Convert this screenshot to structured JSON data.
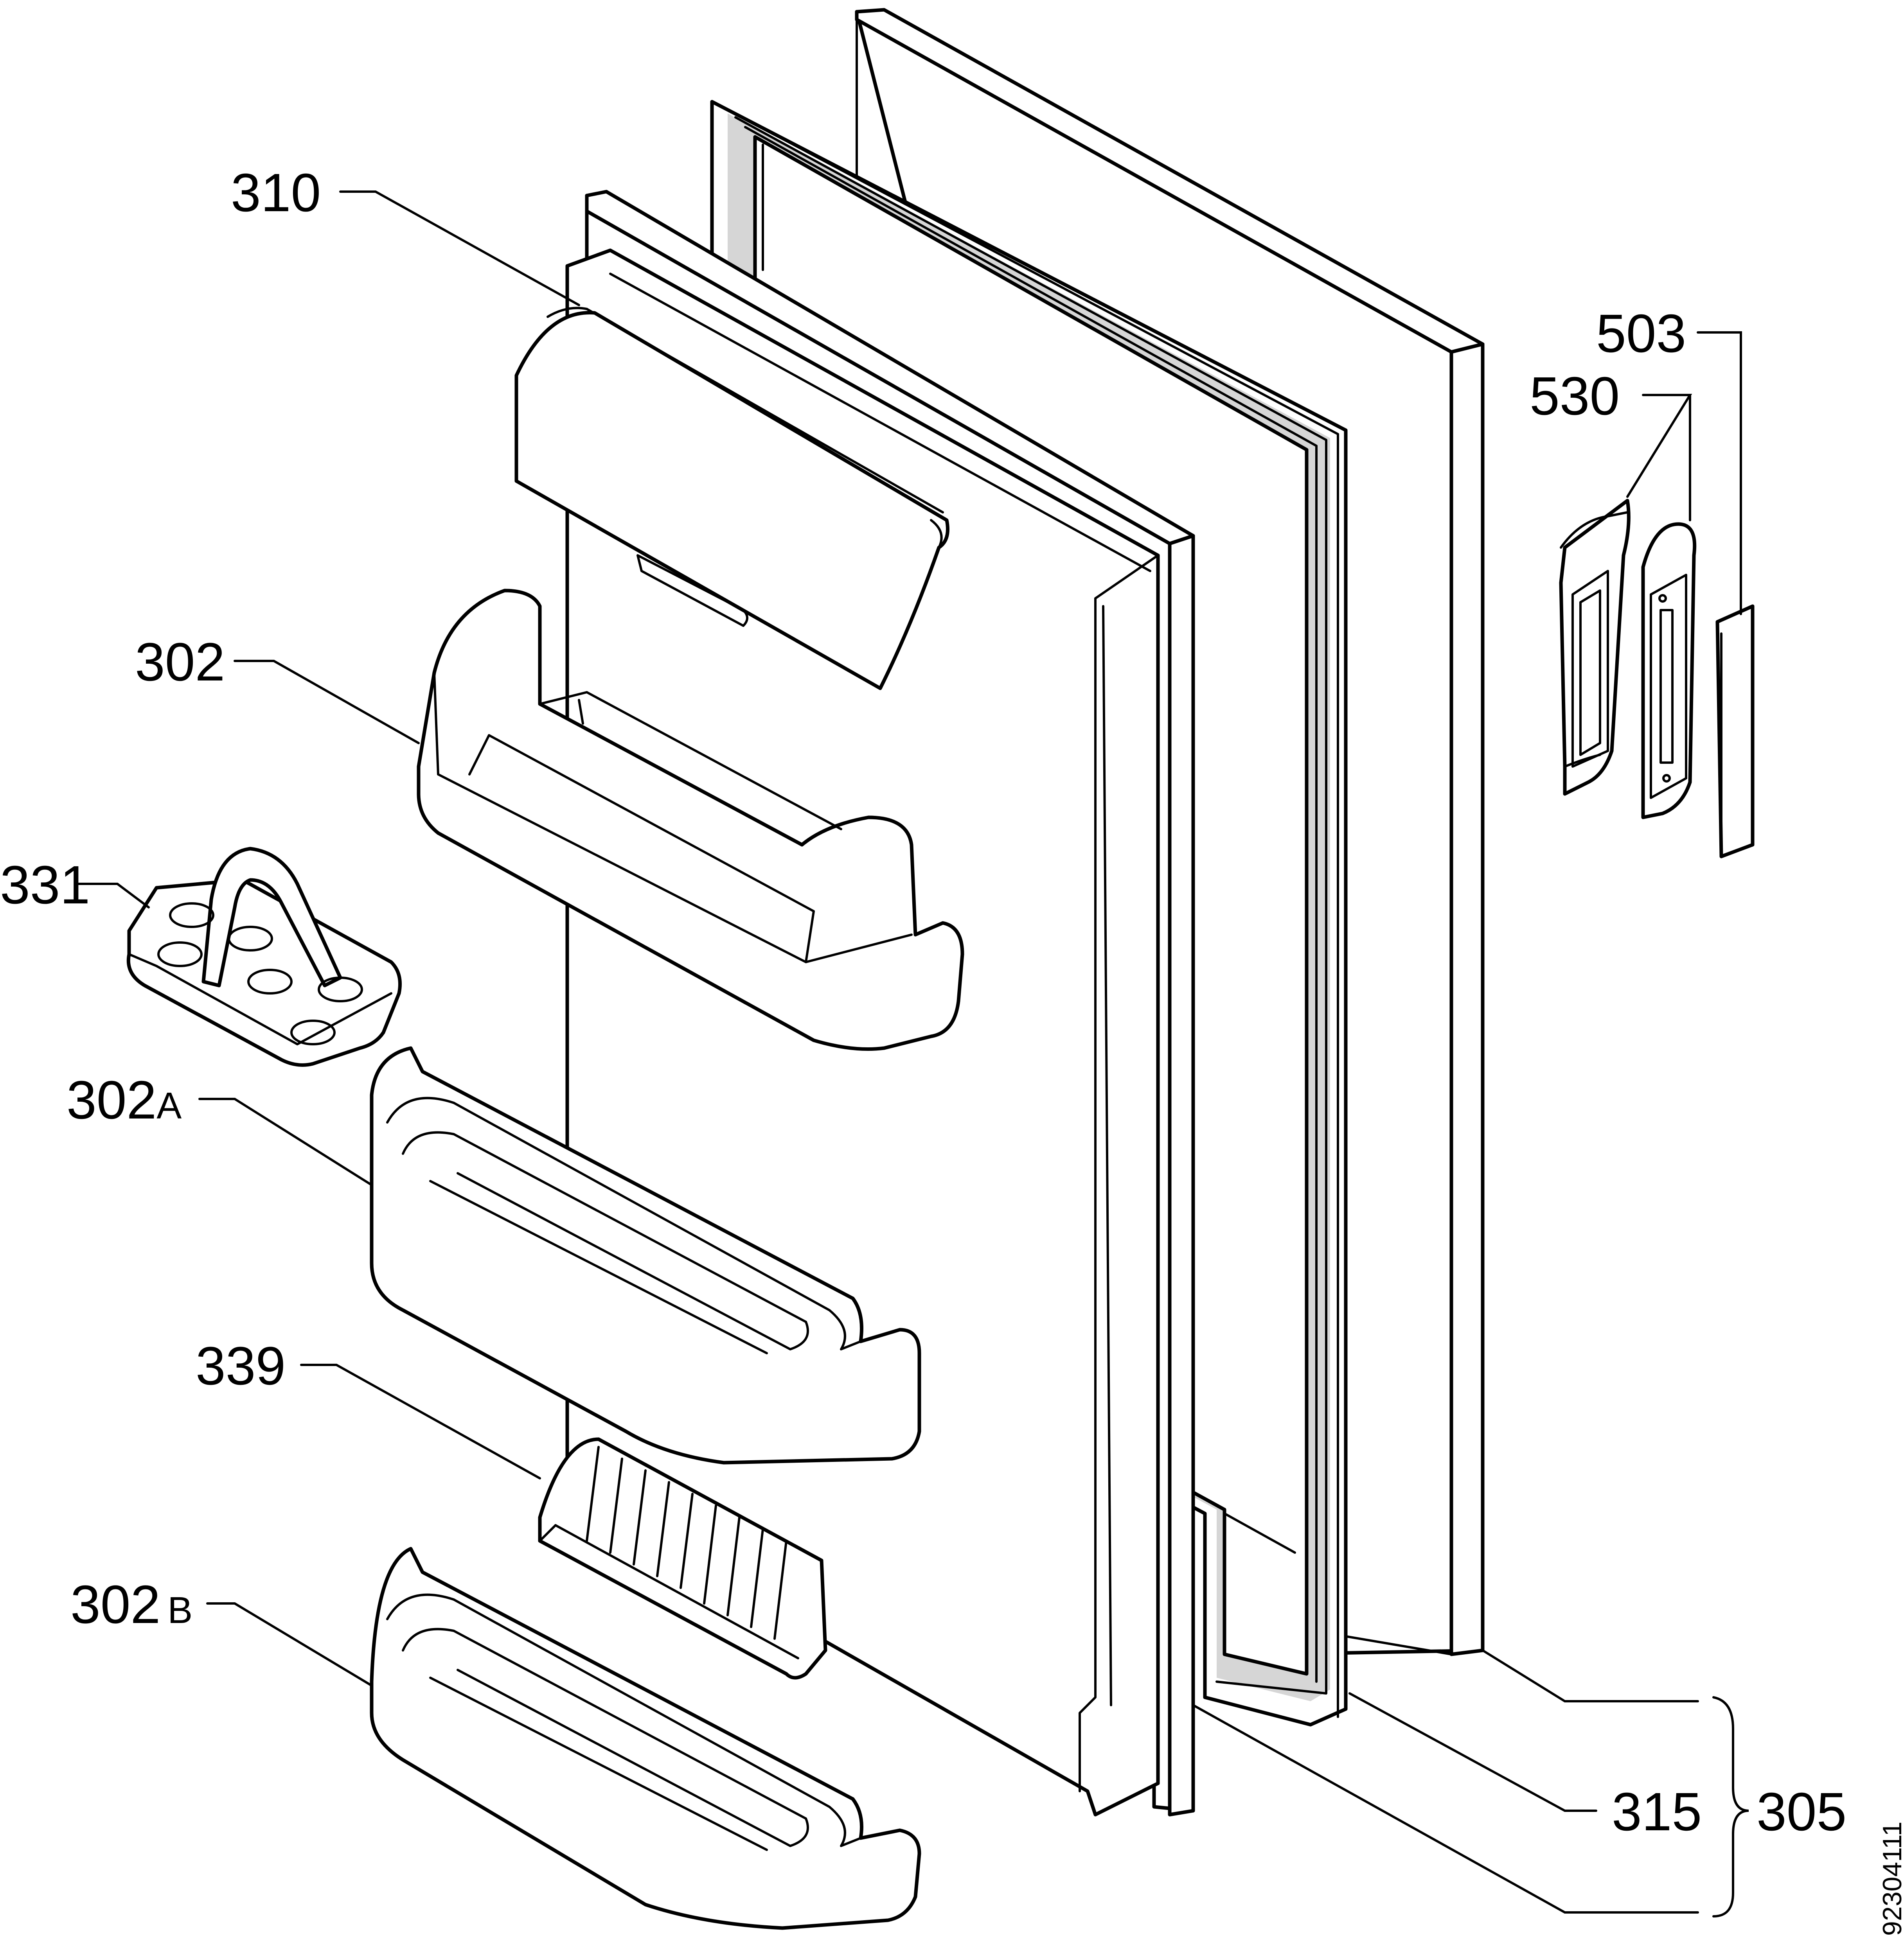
{
  "diagram": {
    "drawing_number": "92304111",
    "callouts": [
      {
        "id": "310",
        "text": "310"
      },
      {
        "id": "302",
        "text": "302"
      },
      {
        "id": "331",
        "text": "331"
      },
      {
        "id": "302A",
        "text": "302",
        "suffix": "A"
      },
      {
        "id": "339",
        "text": "339"
      },
      {
        "id": "302B",
        "text": "302",
        "suffix": "B"
      },
      {
        "id": "503",
        "text": "503"
      },
      {
        "id": "530",
        "text": "530"
      },
      {
        "id": "315",
        "text": "315"
      },
      {
        "id": "305",
        "text": "305"
      }
    ]
  }
}
